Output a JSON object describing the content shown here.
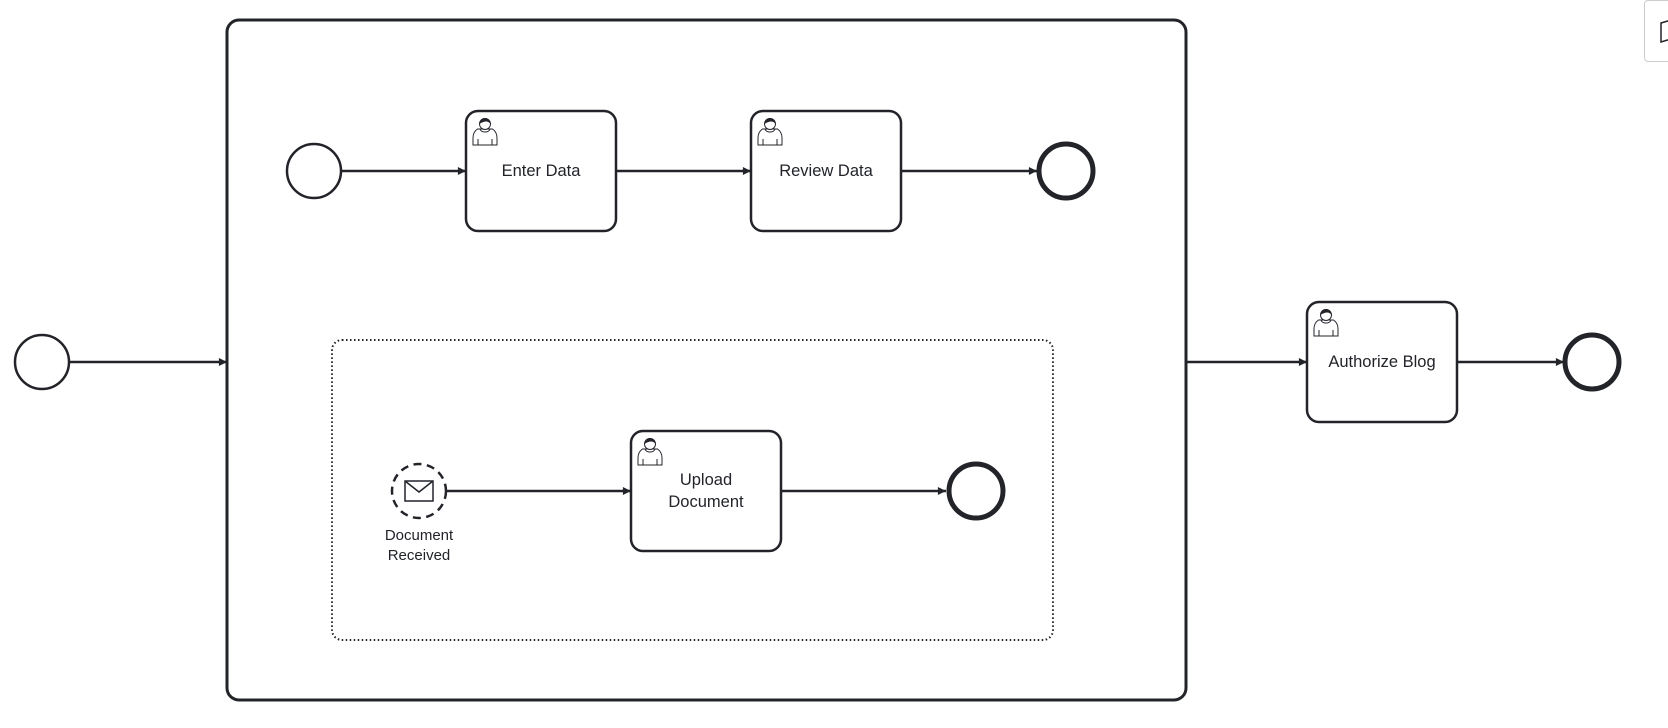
{
  "diagram": {
    "tasks": {
      "enter_data": {
        "label": "Enter Data",
        "icon": "user-icon"
      },
      "review_data": {
        "label": "Review Data",
        "icon": "user-icon"
      },
      "upload_document": {
        "label": "Upload\nDocument",
        "icon": "user-icon"
      },
      "authorize_blog": {
        "label": "Authorize Blog",
        "icon": "user-icon"
      }
    },
    "events": {
      "document_received": {
        "label": "Document\nReceived",
        "icon": "envelope-icon"
      }
    }
  },
  "colors": {
    "stroke": "#22242a",
    "background": "#ffffff"
  }
}
